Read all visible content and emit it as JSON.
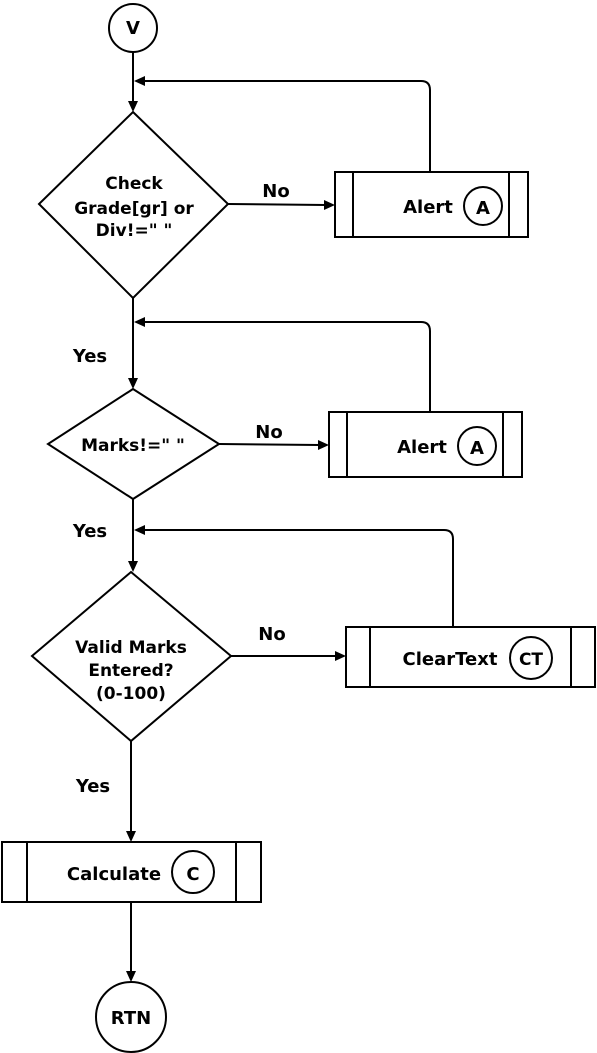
{
  "start": {
    "label": "V"
  },
  "decision1": {
    "line1": "Check",
    "line2": "Grade[gr] or",
    "line3": "Div!=\" \""
  },
  "process1": {
    "label": "Alert",
    "connector": "A"
  },
  "decision2": {
    "label": "Marks!=\" \""
  },
  "process2": {
    "label": "Alert",
    "connector": "A"
  },
  "decision3": {
    "line1": "Valid Marks",
    "line2": "Entered?",
    "line3": "(0-100)"
  },
  "process3": {
    "label": "ClearText",
    "connector": "CT"
  },
  "process4": {
    "label": "Calculate",
    "connector": "C"
  },
  "end": {
    "label": "RTN"
  },
  "edges": {
    "no1": "No",
    "yes1": "Yes",
    "no2": "No",
    "yes2": "Yes",
    "no3": "No",
    "yes3": "Yes"
  }
}
